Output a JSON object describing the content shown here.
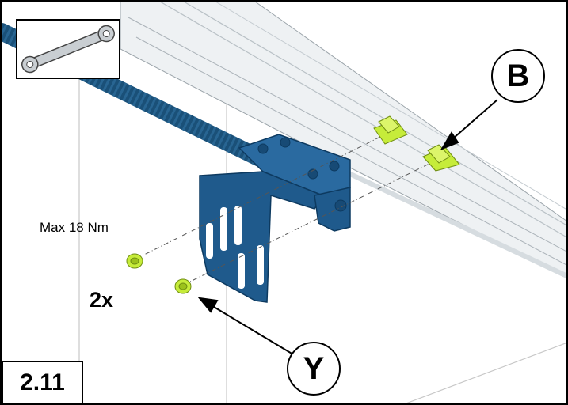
{
  "torque_label": "Max 18 Nm",
  "quantity_label": "2x",
  "callouts": {
    "b": "B",
    "y": "Y"
  },
  "step_number": "2.11",
  "colors": {
    "bracket": "#1f5a8c",
    "spring": "#1a5078",
    "parts_highlight": "#c6ec3a",
    "rail": "#e8ecef",
    "outline": "#000000"
  },
  "icons": {
    "inset": "wrench-icon"
  }
}
